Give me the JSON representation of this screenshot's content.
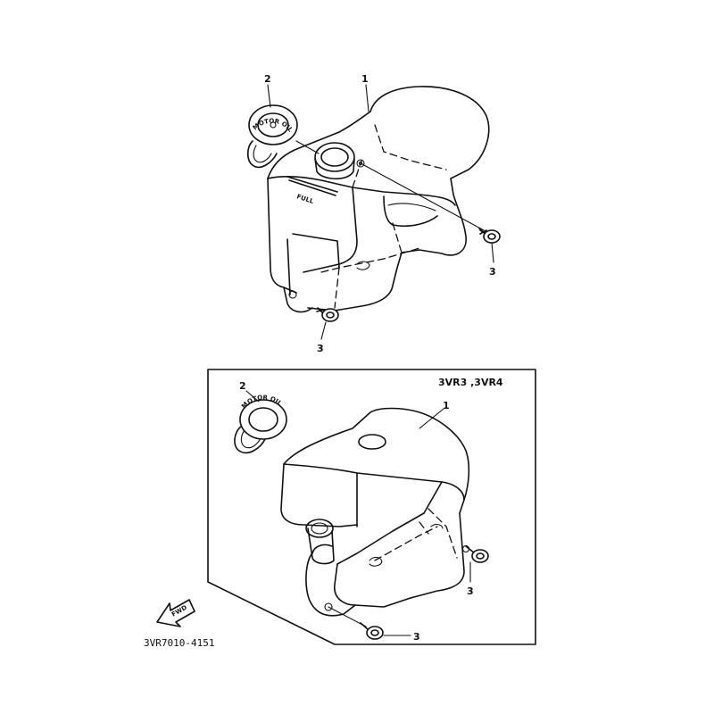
{
  "upper_assembly": {
    "callouts": {
      "tank": "1",
      "cap": "2",
      "bolt_right": "3",
      "bolt_bottom": "3"
    },
    "cap_text": "MOTOR OIL",
    "level_mark": "FULL"
  },
  "lower_assembly": {
    "variant_label": "3VR3 ,3VR4",
    "callouts": {
      "tank": "1",
      "cap": "2",
      "bolt_right": "3",
      "bolt_bottom": "3"
    },
    "cap_text": "MOTOR OIL"
  },
  "forward_arrow": {
    "label": "FWD"
  },
  "diagram_code": "3VR7010-4151"
}
